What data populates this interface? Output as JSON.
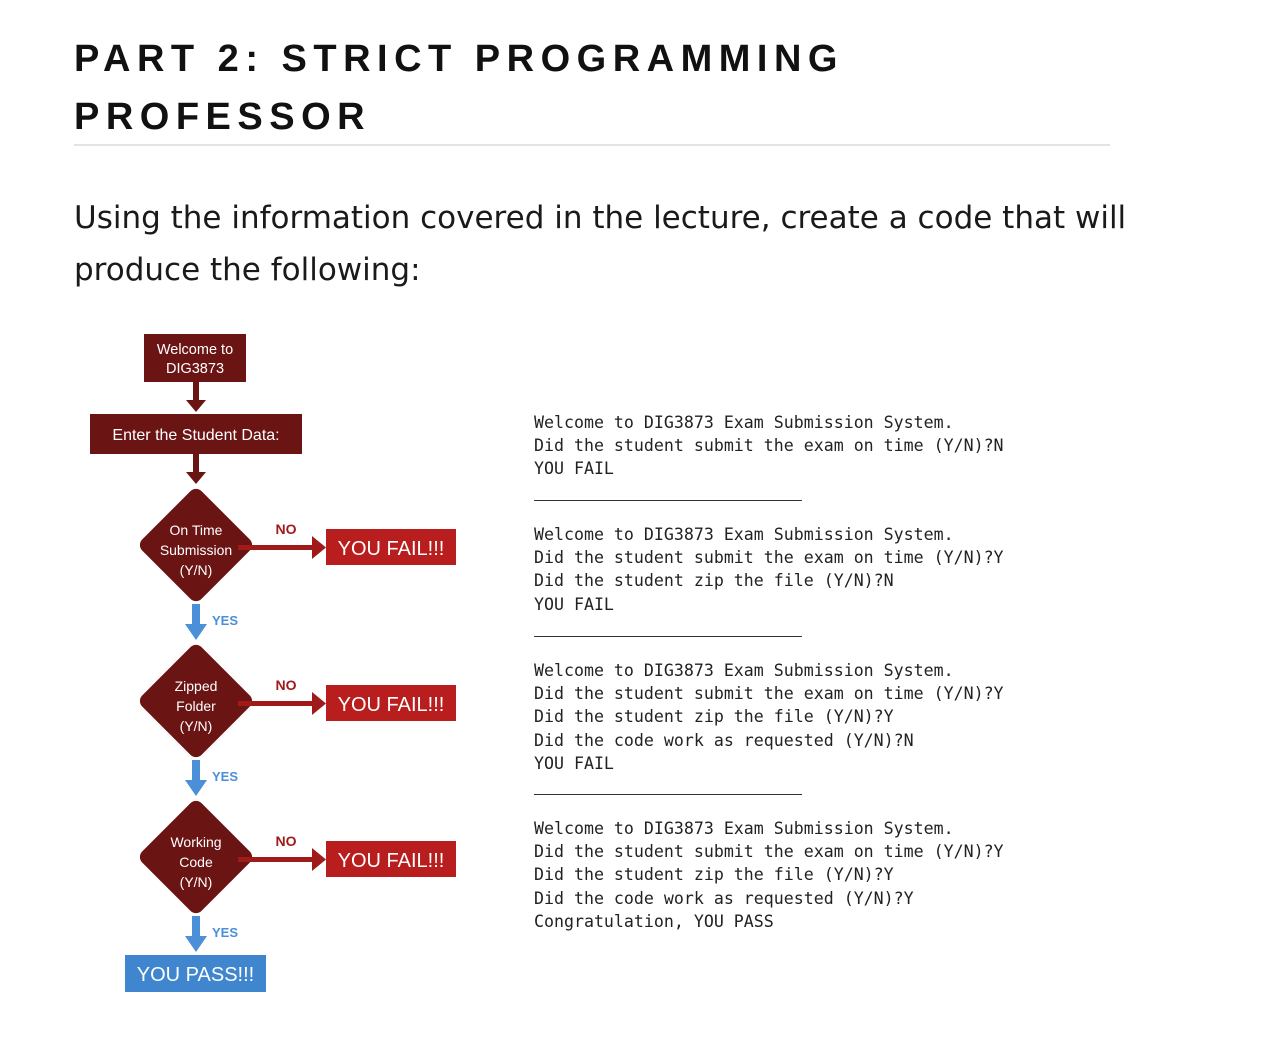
{
  "heading": {
    "line1": "PART 2: STRICT PROGRAMMING",
    "line2": "PROFESSOR"
  },
  "intro": {
    "line1": "Using the information covered in the lecture, create a code that will",
    "line2": "produce the following:"
  },
  "flowchart": {
    "start": [
      "Welcome to",
      "DIG3873"
    ],
    "input": "Enter the Student Data:",
    "decisions": [
      {
        "lines": [
          "On Time",
          "Submission",
          "(Y/N)"
        ],
        "no_label": "NO",
        "fail_label": "YOU FAIL!!!",
        "yes_label": "YES"
      },
      {
        "lines": [
          "Zipped",
          "Folder",
          "(Y/N)"
        ],
        "no_label": "NO",
        "fail_label": "YOU FAIL!!!",
        "yes_label": "YES"
      },
      {
        "lines": [
          "Working",
          "Code",
          "(Y/N)"
        ],
        "no_label": "NO",
        "fail_label": "YOU FAIL!!!",
        "yes_label": "YES"
      }
    ],
    "pass_label": "YOU PASS!!!",
    "colors": {
      "maroon": "#6b1414",
      "fail_red": "#b81e1e",
      "pass_blue": "#3f86cf",
      "yes_blue": "#4a8fd8"
    }
  },
  "console": {
    "runs": [
      [
        "Welcome to DIG3873 Exam Submission System.",
        "Did the student submit the exam on time (Y/N)?N",
        "YOU FAIL"
      ],
      [
        "Welcome to DIG3873 Exam Submission System.",
        "Did the student submit the exam on time (Y/N)?Y",
        "Did the student zip the file (Y/N)?N",
        "YOU FAIL"
      ],
      [
        "Welcome to DIG3873 Exam Submission System.",
        "Did the student submit the exam on time (Y/N)?Y",
        "Did the student zip the file (Y/N)?Y",
        "Did the code work as requested (Y/N)?N",
        "YOU FAIL"
      ],
      [
        "Welcome to DIG3873 Exam Submission System.",
        "Did the student submit the exam on time (Y/N)?Y",
        "Did the student zip the file (Y/N)?Y",
        "Did the code work as requested (Y/N)?Y",
        "Congratulation, YOU PASS"
      ]
    ]
  }
}
